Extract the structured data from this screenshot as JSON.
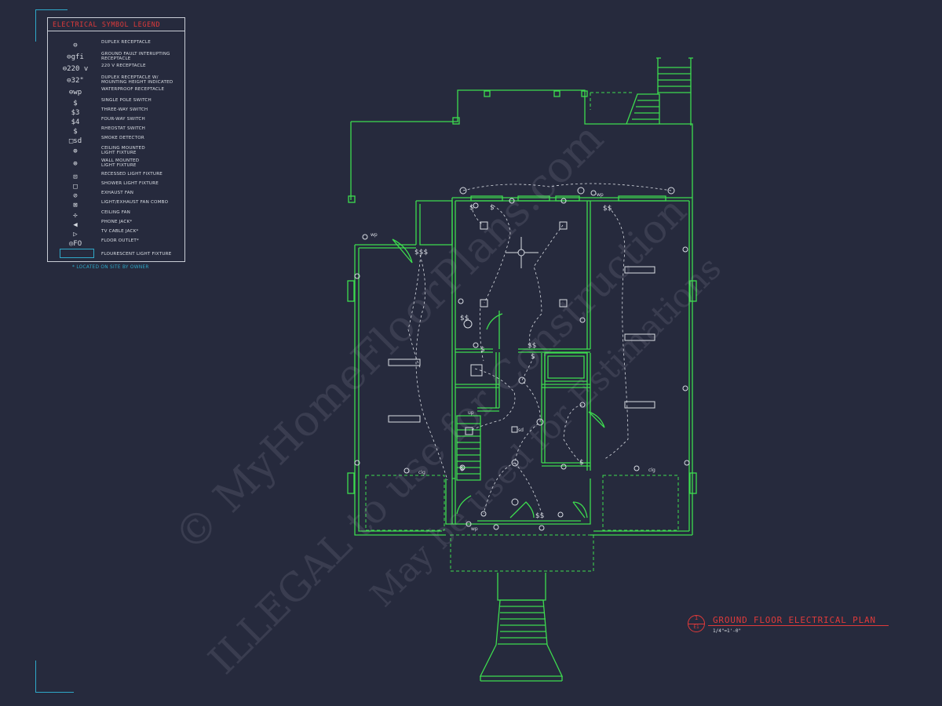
{
  "legend": {
    "title": "ELECTRICAL SYMBOL LEGEND",
    "items": [
      {
        "symbol": "⊖",
        "label": "DUPLEX RECEPTACLE"
      },
      {
        "symbol": "⊖gfi",
        "label": "GROUND FAULT INTERUPTING\nRECEPTACLE"
      },
      {
        "symbol": "⊖220 v",
        "label": "220 V RECEPTACLE"
      },
      {
        "symbol": "⊖32\"",
        "label": "DUPLEX RECEPTACLE W/\nMOUNTING HEIGHT INDICATED"
      },
      {
        "symbol": "⊖wp",
        "label": "WATERPROOF RECEPTACLE"
      },
      {
        "symbol": "$",
        "label": "SINGLE POLE SWITCH"
      },
      {
        "symbol": "$3",
        "label": "THREE-WAY SWITCH"
      },
      {
        "symbol": "$4",
        "label": "FOUR-WAY SWITCH"
      },
      {
        "symbol": "$",
        "label": "RHEOSTAT SWITCH"
      },
      {
        "symbol": "□sd",
        "label": "SMOKE DETECTOR"
      },
      {
        "symbol": "⊕",
        "label": "CEILING MOUNTED\nLIGHT FIXTURE"
      },
      {
        "symbol": "⊕",
        "label": "WALL MOUNTED\nLIGHT FIXTURE"
      },
      {
        "symbol": "⊡",
        "label": "RECESSED LIGHT FIXTURE"
      },
      {
        "symbol": "□",
        "label": "SHOWER LIGHT FIXTURE"
      },
      {
        "symbol": "⊘",
        "label": "EXHAUST FAN"
      },
      {
        "symbol": "⊠",
        "label": "LIGHT/EXHAUST FAN COMBO"
      },
      {
        "symbol": "✢",
        "label": "CEILING FAN"
      },
      {
        "symbol": "◀",
        "label": "PHONE JACK*"
      },
      {
        "symbol": "▷",
        "label": "TV CABLE JACK*"
      },
      {
        "symbol": "◎FO",
        "label": "FLOOR OUTLET*"
      }
    ],
    "flourescent_label": "FLOURESCENT LIGHT FIXTURE",
    "footnote": "* LOCATED ON SITE BY OWNER"
  },
  "plan_labels": {
    "up": "up",
    "clg_left": "clg",
    "clg_right": "clg",
    "sd": "sd",
    "wp_top_left": "wp",
    "wp_top_right": "wp",
    "wp_bottom": "wp"
  },
  "title_block": {
    "number": "1",
    "sheet": "E1",
    "title": "GROUND FLOOR ELECTRICAL PLAN",
    "scale": "1/4\"=1'-0\""
  },
  "watermark": {
    "line1": "© MyHomeFloorPlans.com",
    "line2": "ILLEGAL to use for Construction",
    "line3": "May be used for Estimations"
  },
  "colors": {
    "background": "#262a3d",
    "walls": "#3ddc4f",
    "legend_text": "#d9dde4",
    "title_red": "#e03a3a",
    "accent_cyan": "#2fa8c8"
  }
}
